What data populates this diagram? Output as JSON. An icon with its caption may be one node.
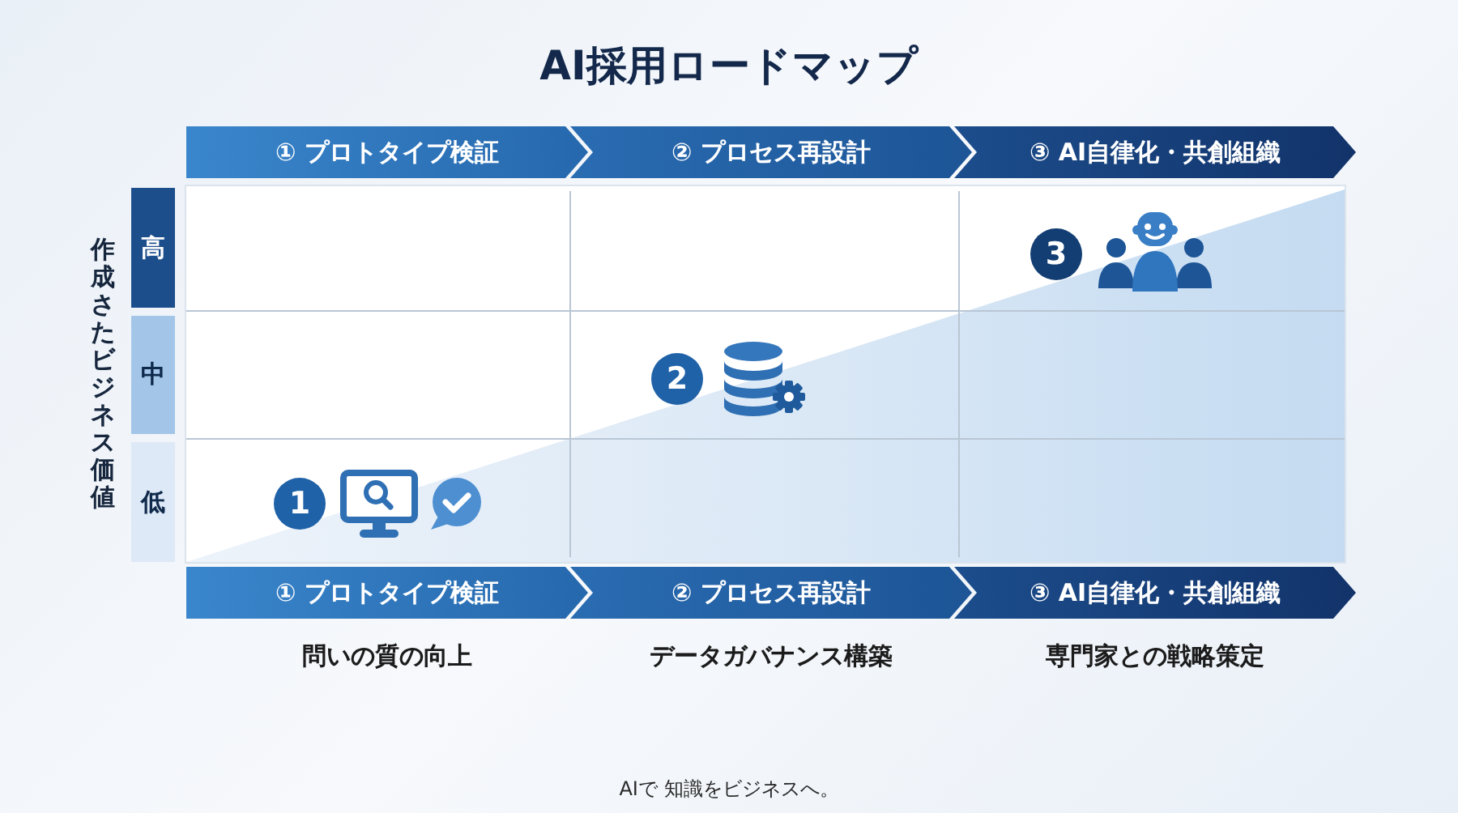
{
  "diagram": {
    "title": "AI採用ロードマップ",
    "nodes": [
      {
        "text": [
          "① プロトタイプ検証"
        ]
      },
      {
        "text": [
          "② プロセス再設計"
        ]
      },
      {
        "text": [
          "③ AI自律化・共創組織"
        ]
      },
      {
        "text": [
          "高"
        ]
      },
      {
        "text": [
          "中"
        ]
      },
      {
        "text": [
          "低"
        ]
      },
      {
        "text": [
          "3"
        ]
      },
      {
        "text": [
          "2"
        ]
      },
      {
        "text": [
          "1"
        ]
      },
      {
        "text": [
          "① プロトタイプ検証"
        ],
        "beside": [
          "問いの質の向上"
        ]
      },
      {
        "text": [
          "② プロセス再設計"
        ],
        "beside": [
          "データガバナンス構築"
        ]
      },
      {
        "text": [
          "③ AI自律化・共創組織"
        ],
        "beside": [
          "専門家との戦略策定"
        ]
      }
    ],
    "labels": [
      "作成さたビジネス価値",
      "AIで 知識をビジネスへ。"
    ]
  }
}
